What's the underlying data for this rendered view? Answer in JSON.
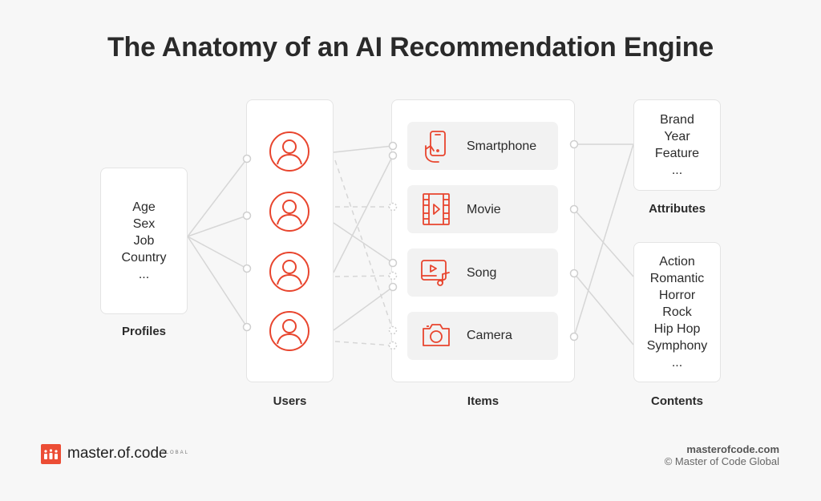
{
  "title": "The Anatomy of an AI Recommendation Engine",
  "profiles": {
    "caption": "Profiles",
    "items": [
      "Age",
      "Sex",
      "Job",
      "Country",
      "..."
    ]
  },
  "users": {
    "caption": "Users",
    "count": 4
  },
  "items": {
    "caption": "Items",
    "list": [
      {
        "label": "Smartphone",
        "icon": "smartphone-icon"
      },
      {
        "label": "Movie",
        "icon": "film-icon"
      },
      {
        "label": "Song",
        "icon": "music-video-icon"
      },
      {
        "label": "Camera",
        "icon": "camera-icon"
      }
    ]
  },
  "attributes": {
    "caption": "Attributes",
    "items": [
      "Brand",
      "Year",
      "Feature",
      "..."
    ]
  },
  "contents": {
    "caption": "Contents",
    "items": [
      "Action",
      "Romantic",
      "Horror",
      "Rock",
      "Hip Hop",
      "Symphony",
      "..."
    ]
  },
  "footer": {
    "brand": "master.of.code",
    "brand_suffix": "GLOBAL",
    "site": "masterofcode.com",
    "copyright": "© Master of Code Global"
  },
  "colors": {
    "accent": "#e8452e",
    "line": "#d6d6d6",
    "background": "#f7f7f7"
  }
}
